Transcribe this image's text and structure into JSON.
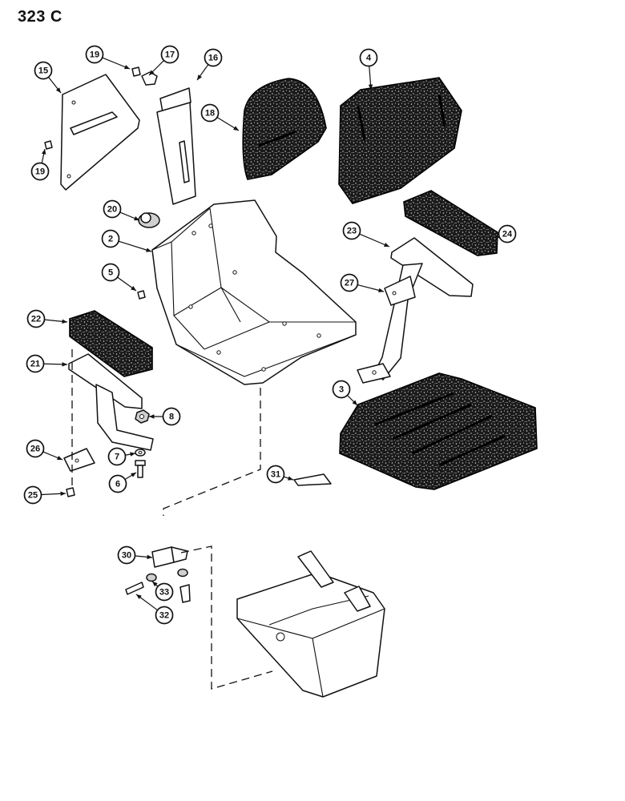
{
  "title": "323 C",
  "callouts": [
    {
      "label": "19",
      "part": "screw"
    },
    {
      "label": "17",
      "part": "clip"
    },
    {
      "label": "16",
      "part": "back-bracket"
    },
    {
      "label": "15",
      "part": "side-panel"
    },
    {
      "label": "4",
      "part": "back-cushion"
    },
    {
      "label": "18",
      "part": "upper-cushion"
    },
    {
      "label": "19",
      "part": "screw"
    },
    {
      "label": "20",
      "part": "bumper"
    },
    {
      "label": "2",
      "part": "seat-pan"
    },
    {
      "label": "23",
      "part": "armrest-bracket-right"
    },
    {
      "label": "24",
      "part": "armrest-pad-right"
    },
    {
      "label": "5",
      "part": "screw"
    },
    {
      "label": "27",
      "part": "bracket"
    },
    {
      "label": "22",
      "part": "armrest-pad-left"
    },
    {
      "label": "21",
      "part": "armrest-bracket-left"
    },
    {
      "label": "3",
      "part": "seat-cushion"
    },
    {
      "label": "8",
      "part": "nut"
    },
    {
      "label": "26",
      "part": "mount-bracket"
    },
    {
      "label": "7",
      "part": "washer"
    },
    {
      "label": "6",
      "part": "bolt"
    },
    {
      "label": "25",
      "part": "screw"
    },
    {
      "label": "31",
      "part": "clip"
    },
    {
      "label": "30",
      "part": "bracket"
    },
    {
      "label": "33",
      "part": "nut"
    },
    {
      "label": "32",
      "part": "bolt"
    }
  ]
}
